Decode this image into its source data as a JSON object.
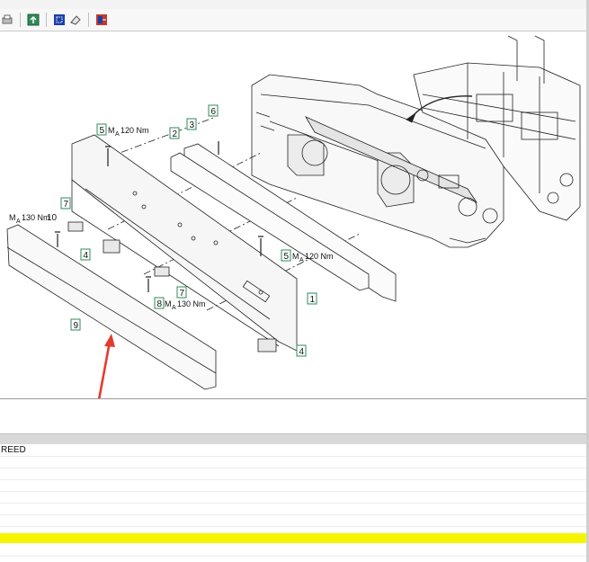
{
  "toolbar": {
    "icons": [
      "print-icon",
      "export-icon",
      "select-icon",
      "eraser-icon",
      "exit-icon"
    ],
    "colors": {
      "green": "#2e8b57",
      "blue": "#1a3fa8",
      "red": "#c0392b"
    }
  },
  "drawing": {
    "callouts": [
      {
        "id": "c1",
        "text": "1"
      },
      {
        "id": "c2",
        "text": "2"
      },
      {
        "id": "c3",
        "text": "3"
      },
      {
        "id": "c4a",
        "text": "4"
      },
      {
        "id": "c4b",
        "text": "4"
      },
      {
        "id": "c5a",
        "text": "5"
      },
      {
        "id": "c5b",
        "text": "5"
      },
      {
        "id": "c6",
        "text": "6"
      },
      {
        "id": "c7a",
        "text": "7"
      },
      {
        "id": "c7b",
        "text": "7"
      },
      {
        "id": "c8",
        "text": "8"
      },
      {
        "id": "c9",
        "text": "9"
      }
    ],
    "torque_labels": {
      "t5a": "120 Nm",
      "t5b": "120 Nm",
      "t10": "130 Nm",
      "t8": "130 Nm"
    },
    "ma_symbol": "M",
    "ma_sub": "A",
    "extra_number": "10",
    "callout_color": "#2e8b57",
    "arrow_color": "#e53b2c"
  },
  "table": {
    "rows": [
      "REED",
      "",
      "",
      "",
      "",
      "",
      "",
      ""
    ],
    "highlight_color": "#f5f500"
  }
}
